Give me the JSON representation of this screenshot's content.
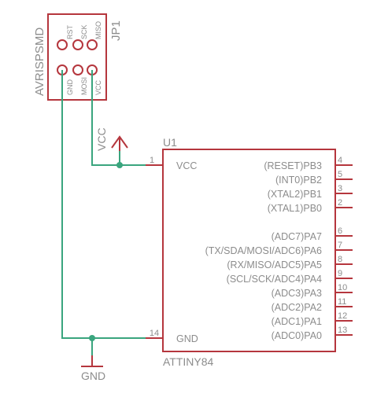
{
  "connector": {
    "ref": "JP1",
    "value": "AVRISPSMD",
    "pins_top": [
      "RST",
      "SCK",
      "MISO"
    ],
    "pins_bottom": [
      "GND",
      "MOSI",
      "VCC"
    ]
  },
  "chip": {
    "ref": "U1",
    "value": "ATTINY84",
    "left_pins": [
      {
        "num": "1",
        "label": "VCC"
      },
      {
        "num": "14",
        "label": "GND"
      }
    ],
    "right_pins": [
      {
        "num": "4",
        "label": "(RESET)PB3"
      },
      {
        "num": "5",
        "label": "(INT0)PB2"
      },
      {
        "num": "3",
        "label": "(XTAL2)PB1"
      },
      {
        "num": "2",
        "label": "(XTAL1)PB0"
      },
      {
        "num": "6",
        "label": "(ADC7)PA7"
      },
      {
        "num": "7",
        "label": "(TX/SDA/MOSI/ADC6)PA6"
      },
      {
        "num": "8",
        "label": "(RX/MISO/ADC5)PA5"
      },
      {
        "num": "9",
        "label": "(SCL/SCK/ADC4)PA4"
      },
      {
        "num": "10",
        "label": "(ADC3)PA3"
      },
      {
        "num": "11",
        "label": "(ADC2)PA2"
      },
      {
        "num": "12",
        "label": "(ADC1)PA1"
      },
      {
        "num": "13",
        "label": "(ADC0)PA0"
      }
    ]
  },
  "power": {
    "vcc_label": "VCC",
    "gnd_label": "GND"
  },
  "colors": {
    "part": "#b5363d",
    "wire": "#3aa57e",
    "text": "#8c8c8c"
  }
}
